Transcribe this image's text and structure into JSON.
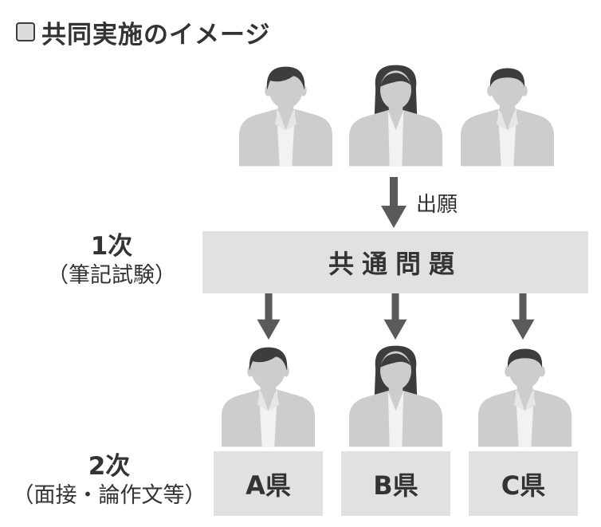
{
  "title": "共同実施のイメージ",
  "apply_label": "出願",
  "common_exam": "共通問題",
  "stage1": {
    "num": "1次",
    "sub": "（筆記試験）"
  },
  "stage2": {
    "num": "2次",
    "sub": "（面接・論作文等）"
  },
  "prefectures": [
    "A県",
    "B県",
    "C県"
  ],
  "colors": {
    "arrow": "#5a5a5a",
    "box": "#e1e1e1",
    "figure": "#cdcdcd",
    "hair": "#3d3d3d",
    "collar": "#f2f2f2"
  }
}
